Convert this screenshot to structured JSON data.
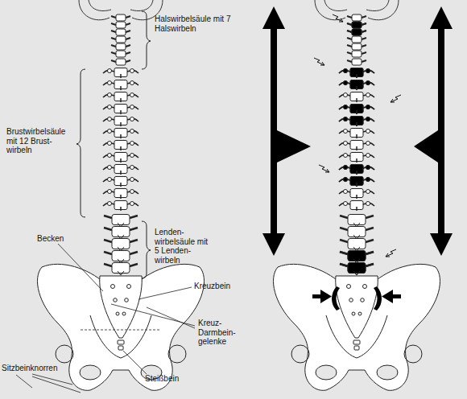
{
  "diagram": {
    "labels": [
      "Halswirbelsäule mit 7 Halswirbeln",
      "Brustwirbelsäule mit 12 Brust- wirbeln",
      "Lenden- wirbelsäule mit 5 Lenden- wirbeln",
      "Becken",
      "Kreuzbein",
      "Kreuz- Darmbein- gelenke",
      "Sitzbeinknorren",
      "Steißbein"
    ]
  }
}
